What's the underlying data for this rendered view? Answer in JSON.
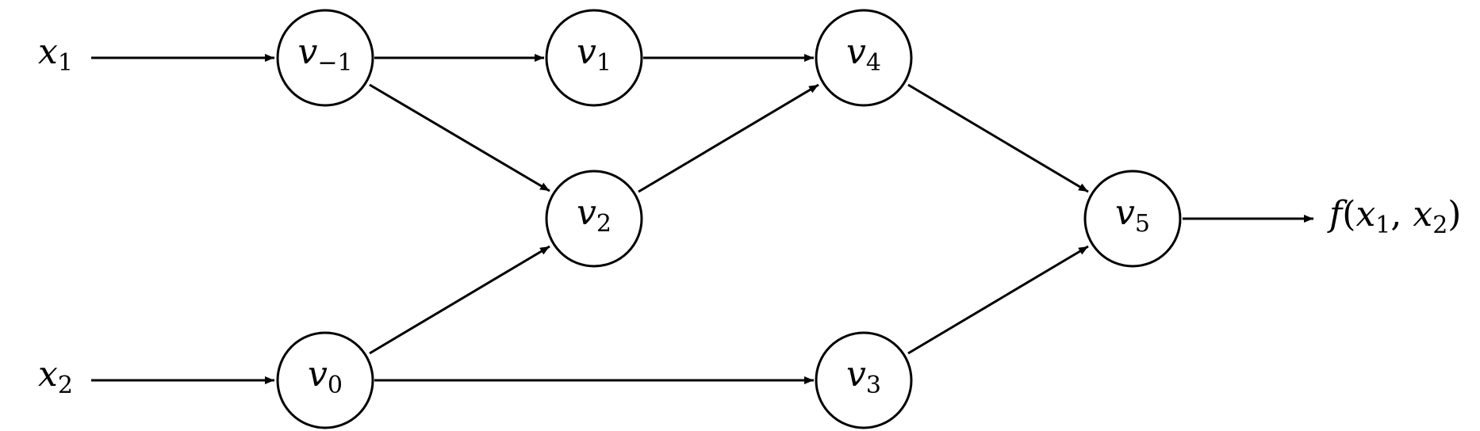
{
  "nodes": [
    {
      "id": "v-1",
      "base": "v",
      "sub": "−1"
    },
    {
      "id": "v1",
      "base": "v",
      "sub": "1"
    },
    {
      "id": "v4",
      "base": "v",
      "sub": "4"
    },
    {
      "id": "v2",
      "base": "v",
      "sub": "2"
    },
    {
      "id": "v5",
      "base": "v",
      "sub": "5"
    },
    {
      "id": "v0",
      "base": "v",
      "sub": "0"
    },
    {
      "id": "v3",
      "base": "v",
      "sub": "3"
    }
  ],
  "inputs": [
    {
      "id": "x1",
      "base": "x",
      "sub": "1"
    },
    {
      "id": "x2",
      "base": "x",
      "sub": "2"
    }
  ],
  "output": {
    "func": "f",
    "open": "(",
    "arg1": "x",
    "arg1_sub": "1",
    "sep": ", ",
    "arg2": "x",
    "arg2_sub": "2",
    "close": ")"
  },
  "edges": [
    {
      "from": "x1",
      "to": "v-1"
    },
    {
      "from": "x2",
      "to": "v0"
    },
    {
      "from": "v-1",
      "to": "v1"
    },
    {
      "from": "v-1",
      "to": "v2"
    },
    {
      "from": "v0",
      "to": "v2"
    },
    {
      "from": "v0",
      "to": "v3"
    },
    {
      "from": "v1",
      "to": "v4"
    },
    {
      "from": "v2",
      "to": "v4"
    },
    {
      "from": "v4",
      "to": "v5"
    },
    {
      "from": "v3",
      "to": "v5"
    },
    {
      "from": "v5",
      "to": "f"
    }
  ],
  "colors": {
    "stroke": "#000000",
    "fill": "#ffffff",
    "watermark": "#c8c8c8"
  }
}
